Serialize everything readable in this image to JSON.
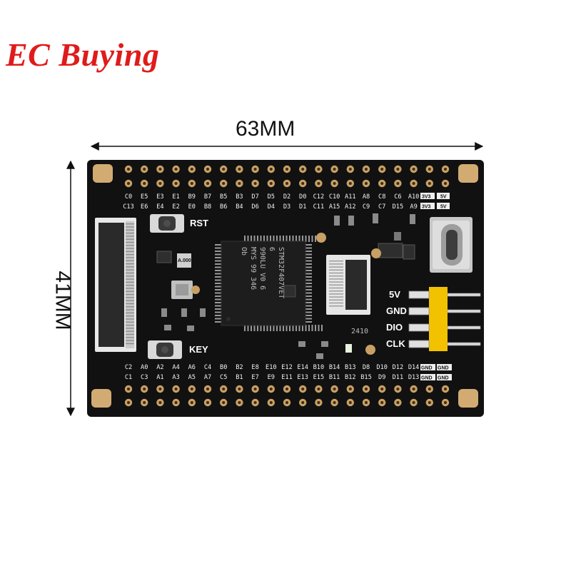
{
  "brand": {
    "text": "EC Buying",
    "color": "#e01b1b"
  },
  "dimensions": {
    "width_label": "63MM",
    "height_label": "41MM"
  },
  "board": {
    "color": "#111111",
    "pad_color": "#c8a064",
    "top_row_upper": [
      "C0",
      "E5",
      "E3",
      "E1",
      "B9",
      "B7",
      "B5",
      "B3",
      "D7",
      "D5",
      "D2",
      "D0",
      "C12",
      "C10",
      "A11",
      "A8",
      "C8",
      "C6",
      "A10"
    ],
    "top_row_upper_badges": [
      "3V3",
      "5V"
    ],
    "top_row_lower": [
      "C13",
      "E6",
      "E4",
      "E2",
      "E0",
      "B8",
      "B6",
      "B4",
      "D6",
      "D4",
      "D3",
      "D1",
      "C11",
      "A15",
      "A12",
      "C9",
      "C7",
      "D15",
      "A9"
    ],
    "top_row_lower_badges": [
      "3V3",
      "5V"
    ],
    "bottom_row_upper": [
      "C2",
      "A0",
      "A2",
      "A4",
      "A6",
      "C4",
      "B0",
      "B2",
      "E8",
      "E10",
      "E12",
      "E14",
      "B10",
      "B14",
      "B13",
      "D8",
      "D10",
      "D12",
      "D14"
    ],
    "bottom_row_upper_badges": [
      "GND",
      "GND"
    ],
    "bottom_row_lower": [
      "C1",
      "C3",
      "A1",
      "A3",
      "A5",
      "A7",
      "C5",
      "B1",
      "E7",
      "E9",
      "E11",
      "E13",
      "E15",
      "B11",
      "B12",
      "B15",
      "D9",
      "D11",
      "D13"
    ],
    "bottom_row_lower_badges": [
      "GND",
      "GND"
    ],
    "buttons": {
      "reset": "RST",
      "key": "KEY"
    },
    "chip": {
      "line1": "STM32F407VET",
      "line2": "6",
      "line3": "990LU V0 6",
      "line4": "MYS 99 346",
      "line5": "Ob"
    },
    "header_pins": [
      "5V",
      "GND",
      "DIO",
      "CLK"
    ],
    "header_color": "#f2c200",
    "marking": "2410",
    "crystal_label": "A.000"
  }
}
